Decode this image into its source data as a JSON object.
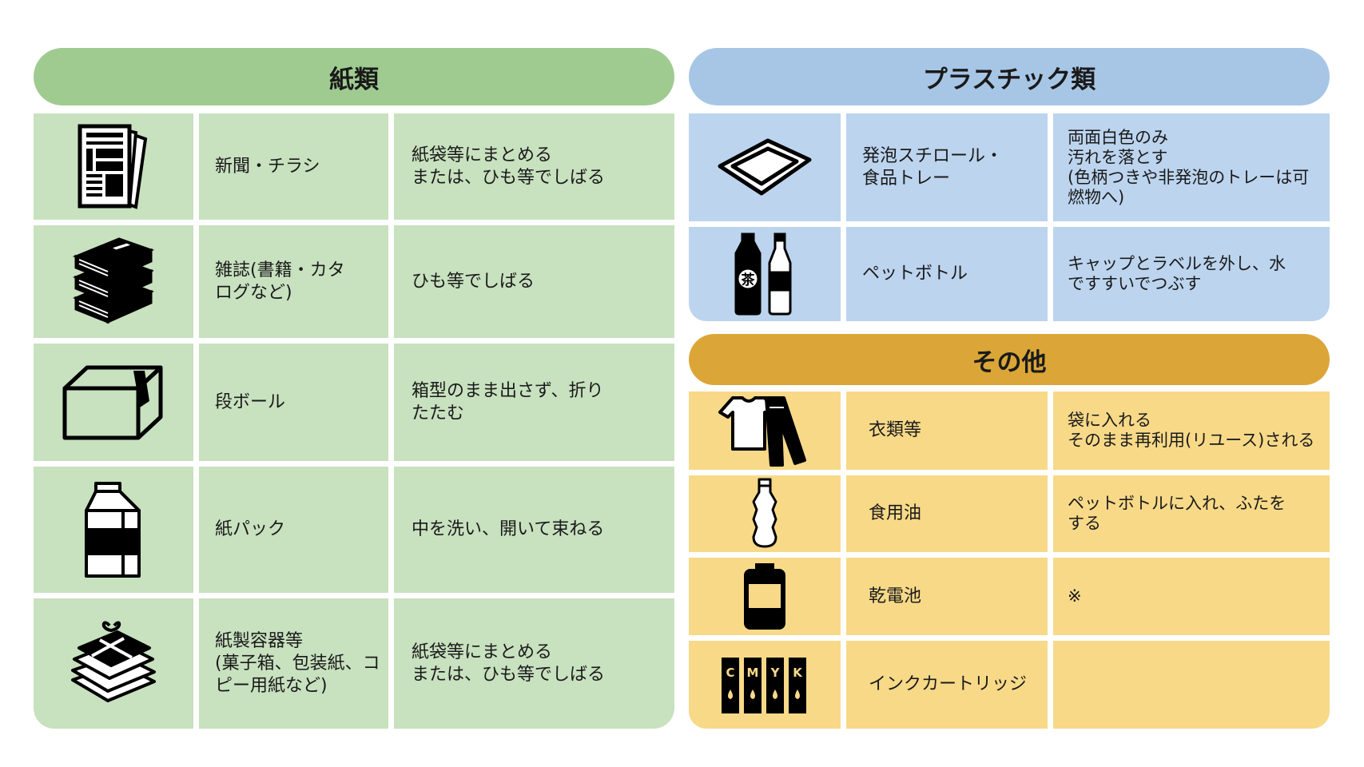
{
  "paper": {
    "title": "紙類",
    "rows": [
      {
        "name": "新聞・チラシ",
        "desc": "紙袋等にまとめる\nまたは、ひも等でしばる"
      },
      {
        "name": "雑誌(書籍・カタ\nログなど)",
        "desc": "ひも等でしばる"
      },
      {
        "name": "段ボール",
        "desc": "箱型のまま出さず、折り\nたたむ"
      },
      {
        "name": "紙パック",
        "desc": "中を洗い、開いて束ねる"
      },
      {
        "name": "紙製容器等\n(菓子箱、包装紙、コ\nピー用紙など)",
        "desc": "紙袋等にまとめる\nまたは、ひも等でしばる"
      }
    ]
  },
  "plastic": {
    "title": "プラスチック類",
    "rows": [
      {
        "name": "発泡スチロール・\n食品トレー",
        "desc": "両面白色のみ\n汚れを落とす\n(色柄つきや非発泡のトレーは可\n燃物へ)"
      },
      {
        "name": "ペットボトル",
        "desc": "キャップとラベルを外し、水\nですすいでつぶす"
      }
    ]
  },
  "other": {
    "title": "その他",
    "rows": [
      {
        "name": "衣類等",
        "desc": "袋に入れる\nそのまま再利用(リユース)される"
      },
      {
        "name": "食用油",
        "desc": "ペットボトルに入れ、ふたを\nする"
      },
      {
        "name": "乾電池",
        "desc": "※"
      },
      {
        "name": "インクカートリッジ",
        "desc": ""
      }
    ]
  },
  "icons": {
    "tea_label": "茶",
    "ink_letters": [
      "C",
      "M",
      "Y",
      "K"
    ]
  },
  "colors": {
    "paper_header": "#9fcb91",
    "paper_cell": "#c8e1bf",
    "plastic_header": "#a7c6e6",
    "plastic_cell": "#bcd4ee",
    "other_header": "#dba637",
    "other_cell": "#f7d988"
  }
}
